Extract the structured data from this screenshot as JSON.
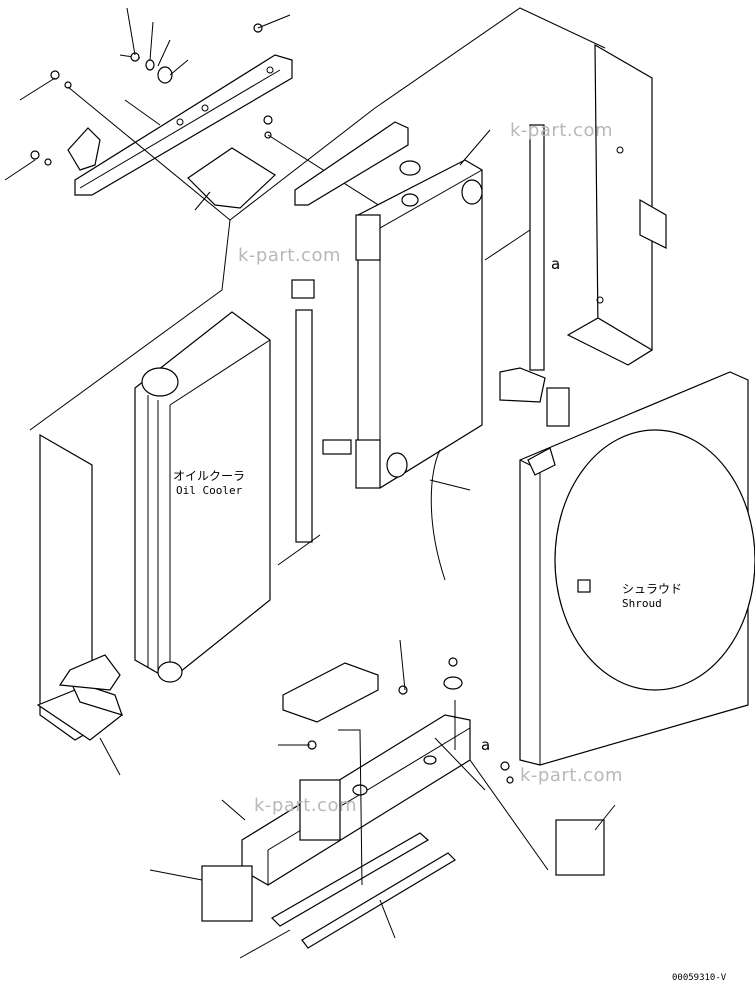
{
  "oil_cooler": {
    "label_jp": "オイルクーラ",
    "label_en": "Oil Cooler"
  },
  "shroud": {
    "label_jp": "シュラウド",
    "label_en": "Shroud"
  },
  "reference_marks": {
    "a_top": "a",
    "a_bottom": "a"
  },
  "watermarks": [
    "k-part.com",
    "k-part.com",
    "k-part.com",
    "k-part.com"
  ],
  "drawing_code": "00059310-V"
}
